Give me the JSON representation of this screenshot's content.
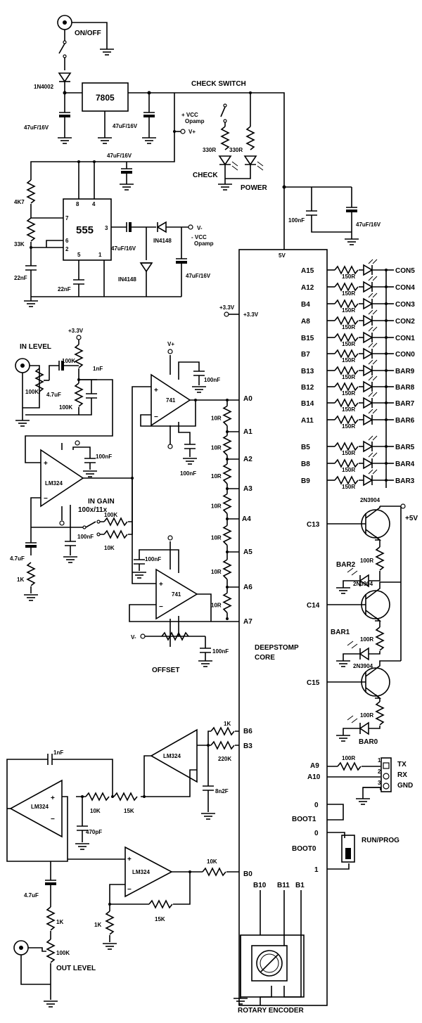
{
  "switches": {
    "on_off": "ON/OFF",
    "check_switch": "CHECK SWITCH",
    "run_prog": "RUN/PROG"
  },
  "psu": {
    "diode": "1N4002",
    "regulator": "7805",
    "cap_in": "47uF/16V",
    "cap_out": "47uF/16V",
    "vcc_label_1": "+ VCC",
    "vcc_label_2": "Opamp",
    "vplus": "V+",
    "cap_555": "47uF/16V",
    "r1": "4K7",
    "r2": "33K",
    "c1": "22nF",
    "c2": "22nF",
    "ic_555": "555",
    "pin8": "8",
    "pin4": "4",
    "pin7": "7",
    "pin6": "6",
    "pin2": "2",
    "pin5": "5",
    "pin1": "1",
    "pin3": "3",
    "cap_pump": "47uF/16V",
    "d1": "IN4148",
    "d2": "IN4148",
    "vminus": "V-",
    "nvcc_label_1": "- VCC",
    "nvcc_label_2": "Opamp",
    "cap_neg": "47uF/16V"
  },
  "indicators": {
    "r_check": "330R",
    "r_power": "330R",
    "check": "CHECK",
    "power": "POWER"
  },
  "decoupling": {
    "c_100n": "100nF",
    "c_47u": "47uF/16V"
  },
  "core": {
    "name_1": "DEEPSTOMP",
    "name_2": "CORE",
    "v5": "5V",
    "v33_ext": "+3.3V",
    "v33_pin": "+3.3V",
    "pins_left": [
      "A0",
      "A1",
      "A2",
      "A3",
      "A4",
      "A5",
      "A6",
      "A7",
      "B6",
      "B3",
      "B0"
    ],
    "pins_bottom": [
      "B10",
      "B11",
      "B1"
    ],
    "pins_right": [
      "A15",
      "A12",
      "B4",
      "A8",
      "B15",
      "B7",
      "B13",
      "B12",
      "B14",
      "A11",
      "B5",
      "B8",
      "B9",
      "C13",
      "C14",
      "C15",
      "A9",
      "A10"
    ]
  },
  "leds": {
    "resistor": "150R",
    "labels": [
      "CON5",
      "CON4",
      "CON3",
      "CON2",
      "CON1",
      "CON0",
      "BAR9",
      "BAR8",
      "BAR7",
      "BAR6",
      "BAR5",
      "BAR4",
      "BAR3"
    ]
  },
  "transistors": {
    "part": "2N3904",
    "bar_labels": [
      "BAR2",
      "BAR1",
      "BAR0"
    ],
    "resistor": "100R",
    "supply": "+5V"
  },
  "serial": {
    "resistor": "100R",
    "tx": "TX",
    "rx": "RX",
    "gnd": "GND",
    "pin1": "1",
    "pin2": "2",
    "pin3": "3"
  },
  "boot": {
    "boot1": "BOOT1",
    "boot0": "BOOT0",
    "zero_a": "0",
    "zero_b": "0",
    "one": "1"
  },
  "encoder": {
    "label": "ROTARY ENCODER"
  },
  "input_stage": {
    "in_level": "IN LEVEL",
    "v33": "+3.3V",
    "r_top": "100K",
    "c_1n": "1nF",
    "pot": "100K",
    "c_47u": "4.7uF",
    "r_bot": "100K",
    "opamp": "LM324",
    "cap_vplus": "100nF",
    "cap_vminus": "100nF",
    "in_gain": "IN GAIN",
    "gain_vals": "100x/11x",
    "r_gain_a": "100K",
    "r_gain_b": "10K",
    "c_fb": "4.7uF",
    "r_fb": "1K"
  },
  "buffer": {
    "opamp": "741",
    "cap": "100nF",
    "cap2": "100nF",
    "ladder_r": "10R"
  },
  "offset": {
    "opamp": "741",
    "cap_a": "100nF",
    "cap_b": "100nF",
    "label": "OFFSET"
  },
  "filter": {
    "r_1k": "1K",
    "r_220k": "220K",
    "opamp_1": "LM324",
    "c_8n2": "8n2F",
    "c_1n": "1nF",
    "opamp_2": "LM324",
    "r_10k": "10K",
    "r_15k": "15K",
    "c_470p": "470pF"
  },
  "output": {
    "opamp": "LM324",
    "r_10k": "10K",
    "r_15k": "15K",
    "r_1k_gnd": "1K",
    "c_47u": "4.7uF",
    "r_1k": "1K",
    "pot": "100K",
    "out_level": "OUT LEVEL"
  }
}
